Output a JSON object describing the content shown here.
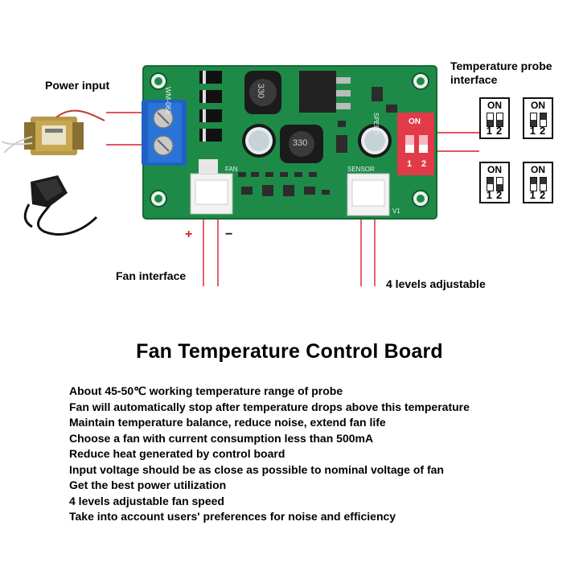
{
  "labels": {
    "power_input": "Power input",
    "probe_interface": "Temperature probe\ninterface",
    "fan_interface": "Fan interface",
    "levels": "4 levels adjustable",
    "plus": "+",
    "minus": "−"
  },
  "board": {
    "silk_model": "WM-068",
    "silk_fan": "FAN",
    "silk_sensor": "SENSOR",
    "silk_speed": "SPEED",
    "silk_v1": "V1",
    "inductor_a": "330",
    "inductor_b": "330",
    "dip_text": "ON",
    "dip_1": "1",
    "dip_2": "2"
  },
  "dip_diagram": {
    "on_label": "ON",
    "numbers": "12",
    "states": [
      {
        "sw1": "down",
        "sw2": "down"
      },
      {
        "sw1": "down",
        "sw2": "up"
      },
      {
        "sw1": "up",
        "sw2": "down"
      },
      {
        "sw1": "up",
        "sw2": "up"
      }
    ]
  },
  "title": "Fan Temperature Control Board",
  "description": [
    "About 45-50℃ working temperature range of probe",
    "Fan will automatically stop after temperature drops above this temperature",
    "Maintain temperature balance, reduce noise, extend fan life",
    "Choose a fan with current consumption less than 500mA",
    "Reduce heat generated by control board",
    "Input voltage should be as close as possible to nominal voltage of fan",
    "Get the best power utilization",
    "4 levels adjustable fan speed",
    "Take into account users' preferences for noise and efficiency"
  ],
  "colors": {
    "pcb": "#1e8a48",
    "pcb_dark": "#136a34",
    "terminal": "#1f62c4",
    "dip_switch": "#e23a48",
    "leader_line": "#d81f2a"
  }
}
